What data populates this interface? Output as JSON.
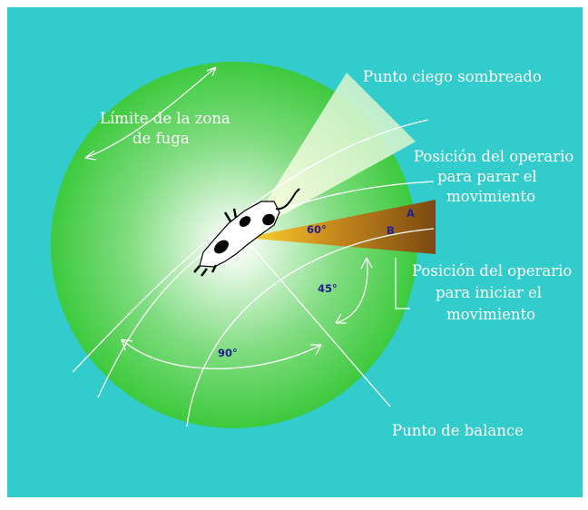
{
  "colors": {
    "background": "#33cccc",
    "zone_outer": "#33c733",
    "zone_center": "#ffffff",
    "blind_spot": "#ffffb4",
    "operator_wedge_start": "#ffd633",
    "operator_wedge_end": "#7a4a12",
    "degree_label": "#1f1f8f",
    "lines": "#ffffff"
  },
  "labels": {
    "blind_spot": "Punto ciego sombreado",
    "flight_zone_line1": "Límite de la zona",
    "flight_zone_line2": "de fuga",
    "stop_line1": "Posición del operario",
    "stop_line2": "para parar el",
    "stop_line3": "movimiento",
    "start_line1": "Posición del operario",
    "start_line2": "para iniciar el",
    "start_line3": "movimiento",
    "balance_point": "Punto de balance"
  },
  "angles": {
    "wedge": "60°",
    "side": "45°",
    "rear": "90°"
  },
  "positions": {
    "a": "A",
    "b": "B"
  },
  "icons": {
    "animal": "cow-silhouette-icon"
  }
}
